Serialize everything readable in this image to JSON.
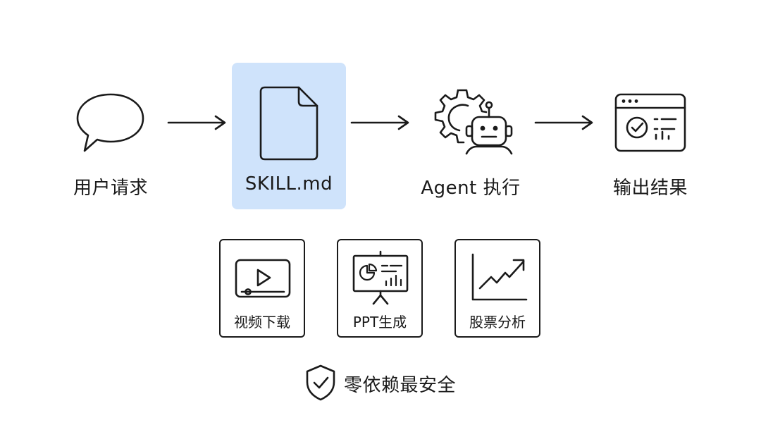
{
  "flow": {
    "steps": [
      {
        "label": "用户请求",
        "icon": "speech-bubble-icon"
      },
      {
        "label": "SKILL.md",
        "icon": "document-icon"
      },
      {
        "label": "Agent 执行",
        "icon": "gear-robot-icon"
      },
      {
        "label": "输出结果",
        "icon": "browser-result-icon"
      }
    ],
    "highlight_color": "#cfe3fb"
  },
  "examples": [
    {
      "label": "视频下载",
      "icon": "video-player-icon"
    },
    {
      "label": "PPT生成",
      "icon": "presentation-board-icon"
    },
    {
      "label": "股票分析",
      "icon": "trend-chart-icon"
    }
  ],
  "footer": {
    "label": "零依赖最安全",
    "icon": "shield-check-icon"
  }
}
